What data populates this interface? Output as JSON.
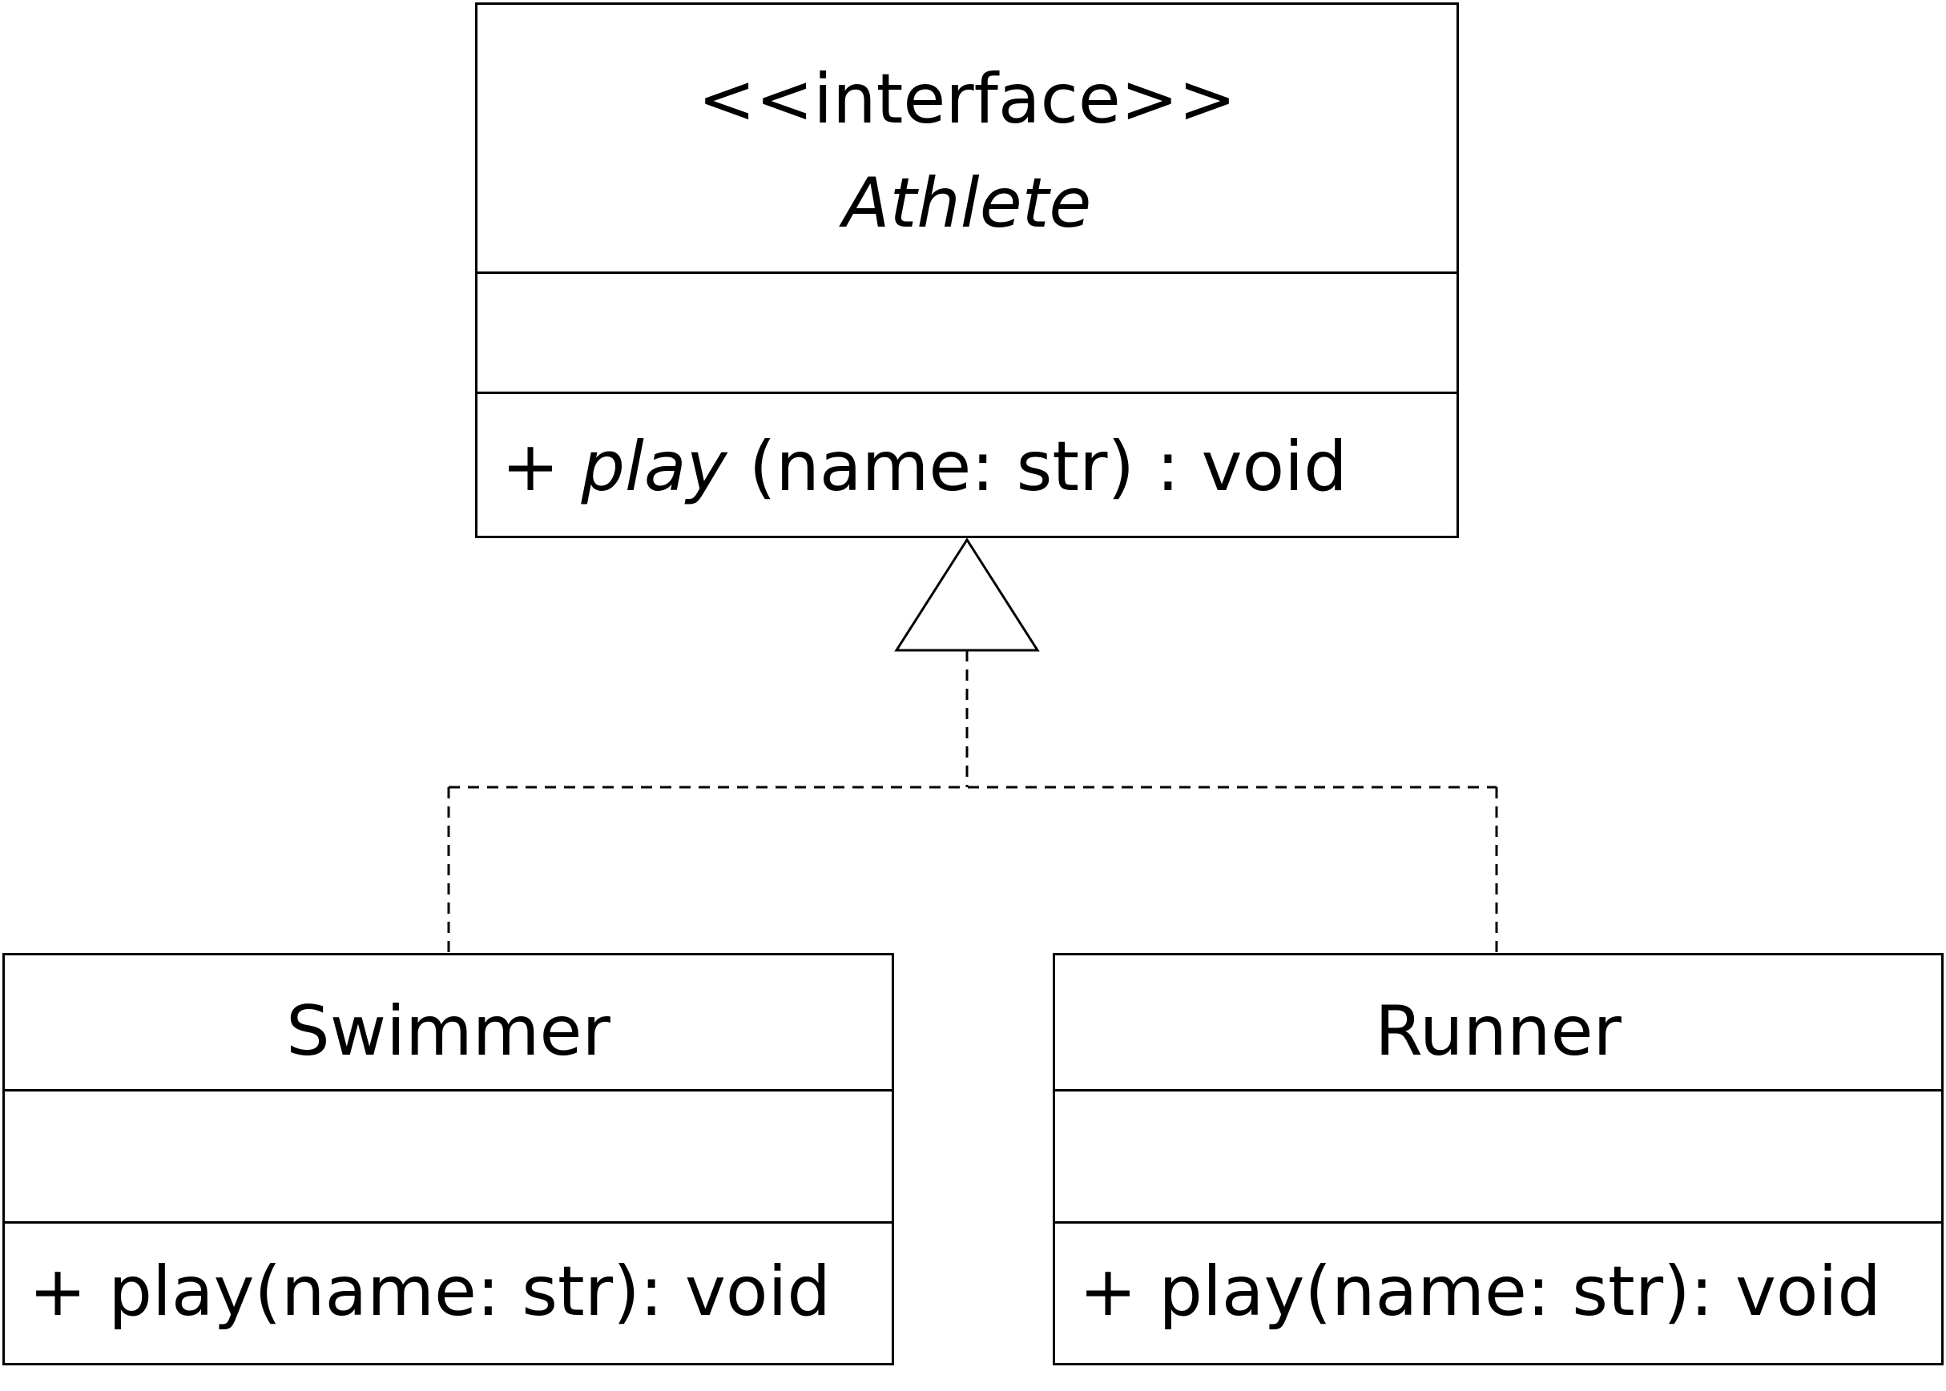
{
  "diagram": {
    "interface": {
      "stereotype": "<<interface>>",
      "name": "Athlete",
      "attributes": [],
      "operation": {
        "visibility": "+",
        "name": "play",
        "signature": "(name: str) : void"
      }
    },
    "classes": [
      {
        "id": "swimmer",
        "name": "Swimmer",
        "attributes": [],
        "operation": "+ play(name: str): void"
      },
      {
        "id": "runner",
        "name": "Runner",
        "attributes": [],
        "operation": "+ play(name: str): void"
      }
    ],
    "relationships": [
      {
        "type": "realization",
        "from": "Swimmer",
        "to": "Athlete"
      },
      {
        "type": "realization",
        "from": "Runner",
        "to": "Athlete"
      }
    ]
  }
}
